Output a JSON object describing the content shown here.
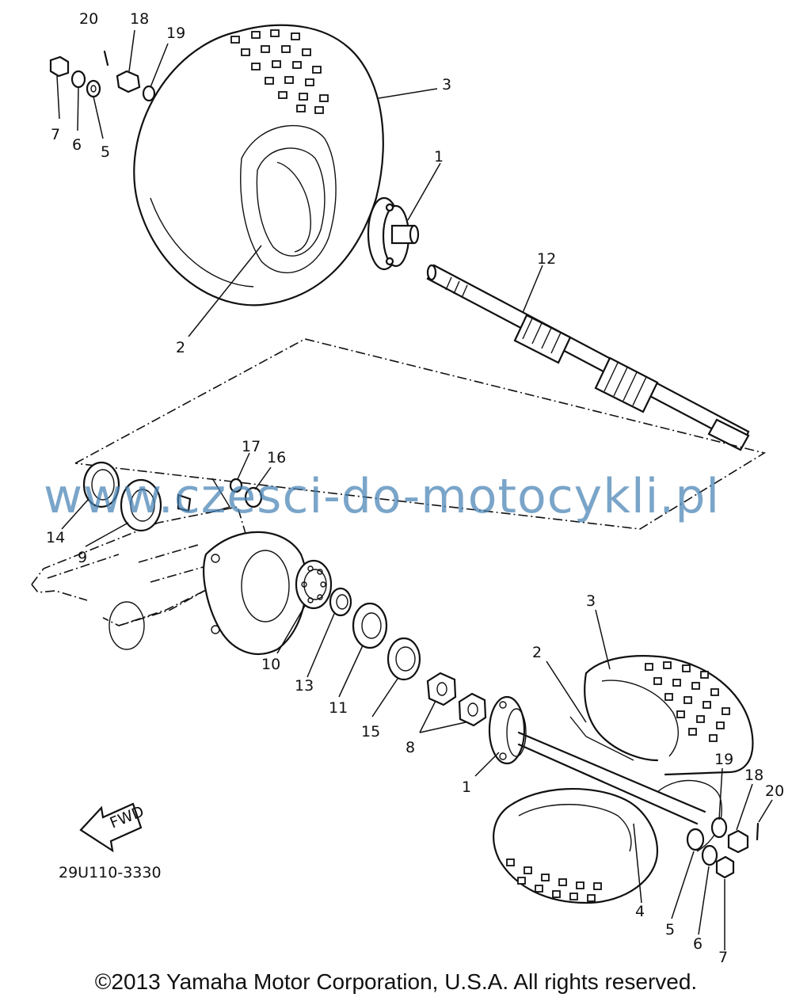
{
  "callouts": {
    "top": [
      "20",
      "18",
      "19",
      "7",
      "6",
      "5",
      "3",
      "1",
      "12",
      "2"
    ],
    "middle": [
      "17",
      "16",
      "14",
      "9",
      "10",
      "13",
      "11",
      "15",
      "8"
    ],
    "bottom": [
      "3",
      "2",
      "1",
      "19",
      "18",
      "20",
      "4",
      "5",
      "6",
      "7"
    ]
  },
  "fwd_label": "FWD",
  "diagram_code": "29U110-3330",
  "watermark": "www.czesci-do-motocykli.pl",
  "copyright": "©2013 Yamaha Motor Corporation, U.S.A. All rights reserved."
}
